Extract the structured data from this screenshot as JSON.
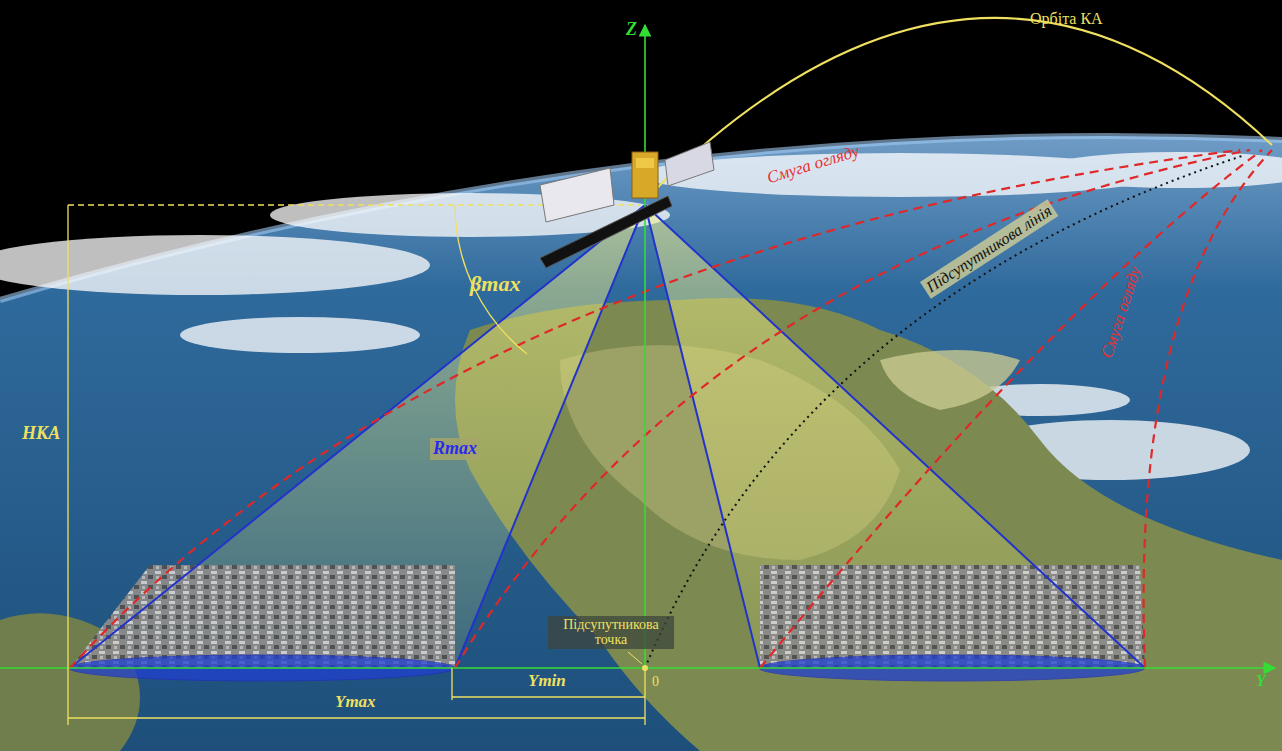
{
  "diagram": {
    "labels": [
      "Z",
      "Орбіта КА",
      "Смуга огляду",
      "Смуга огляду",
      "Підсупутникова лінія",
      "βmax",
      "HКА",
      "Rmax",
      "Підсупутникова точка",
      "0",
      "Ymin",
      "Ymax",
      "Y"
    ]
  }
}
